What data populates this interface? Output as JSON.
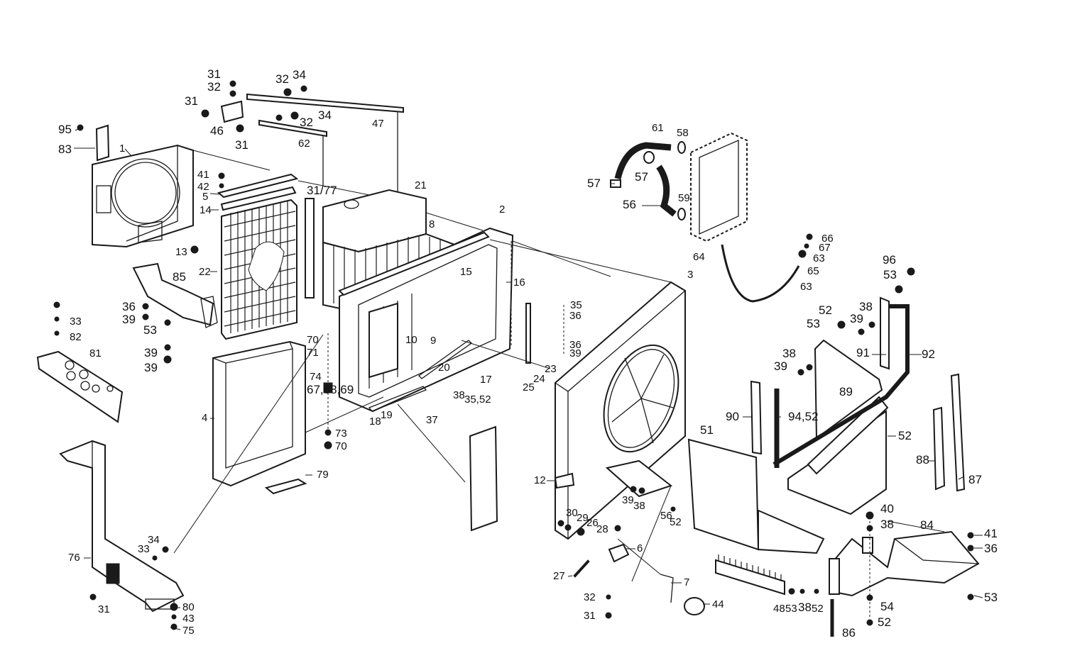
{
  "diagram": {
    "callouts": [
      "1",
      "2",
      "3",
      "4",
      "5",
      "6",
      "7",
      "8",
      "9",
      "10",
      "12",
      "13",
      "14",
      "15",
      "16",
      "17",
      "18",
      "19",
      "20",
      "21",
      "22",
      "23",
      "24",
      "25",
      "26",
      "27",
      "28",
      "29",
      "30",
      "31",
      "31",
      "31",
      "31",
      "31",
      "32",
      "32",
      "32",
      "32",
      "33",
      "33",
      "34",
      "34",
      "34",
      "35",
      "35,52",
      "36",
      "36",
      "36",
      "36",
      "37",
      "38",
      "38",
      "38",
      "38",
      "38",
      "38",
      "39",
      "39",
      "39",
      "39",
      "39",
      "39",
      "39",
      "40",
      "41",
      "41",
      "42",
      "43",
      "44",
      "46",
      "47",
      "48",
      "51",
      "52",
      "52",
      "52",
      "52",
      "52",
      "53",
      "53",
      "53",
      "53",
      "53",
      "54",
      "56",
      "56",
      "57",
      "57",
      "58",
      "59",
      "61",
      "62",
      "63",
      "63",
      "64",
      "65",
      "66",
      "67",
      "67,68,69",
      "70",
      "70",
      "71",
      "73",
      "74",
      "75",
      "76",
      "79",
      "80",
      "81",
      "82",
      "83",
      "84",
      "85",
      "86",
      "87",
      "88",
      "89",
      "90",
      "91",
      "92",
      "94,52",
      "95",
      "96",
      "31/77"
    ]
  }
}
